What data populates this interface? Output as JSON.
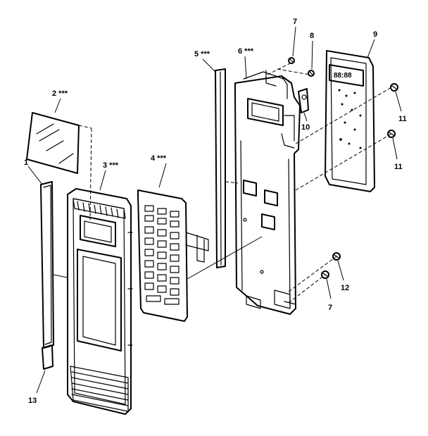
{
  "callouts": {
    "c1": "1",
    "c2": "2 ***",
    "c3": "3 ***",
    "c4": "4 ***",
    "c5": "5 ***",
    "c6": "6 ***",
    "c7a": "7",
    "c7b": "7",
    "c8": "8",
    "c9": "9",
    "c10": "10",
    "c11a": "11",
    "c11b": "11",
    "c12": "12",
    "c13": "13"
  },
  "display": {
    "digits": "88:88"
  }
}
